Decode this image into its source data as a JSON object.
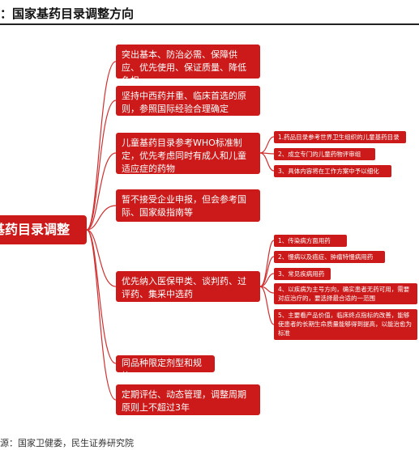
{
  "title": "：国家基药目录调整方向",
  "root": "基药目录调整",
  "branches": [
    "突出基本、防治必需、保障供应、优先使用、保证质量、降低负担",
    "坚持中西药并重、临床首选的原则，参照国际经验合理确定",
    "儿童基药目录参考WHO标准制定，优先考虑同时有成人和儿童适应症的药物",
    "暂不接受企业申报，但会参考国际、国家级指南等",
    "优先纳入医保甲类、谈判药、过评药、集采中选药",
    "同品种限定剂型和规格",
    "定期评估、动态管理，调整周期原则上不超过3年"
  ],
  "children_group": [
    "1.药品目录参考世界卫生组织的儿童基药目录",
    "2、成立专门的儿童药物评审组",
    "3、具体内容将在工作方案中予以细化"
  ],
  "priority_group": [
    "1、传染病方面用药",
    "2、慢病以及癌症、肿瘤特慢病用药",
    "3、常见疾病用药",
    "4、以疾病为主号方向，确实患者无药可用，需要对症治疗的，要选择最合适的一范围",
    "5、主要看产品价值，临床终点指标的改善，能够使患者的长期生命质量能够得到提高，以能治愈为标准"
  ],
  "footer": "源：国家卫健委，民生证券研究院",
  "colors": {
    "node": "#cc1a1a",
    "line": "#d03030"
  }
}
